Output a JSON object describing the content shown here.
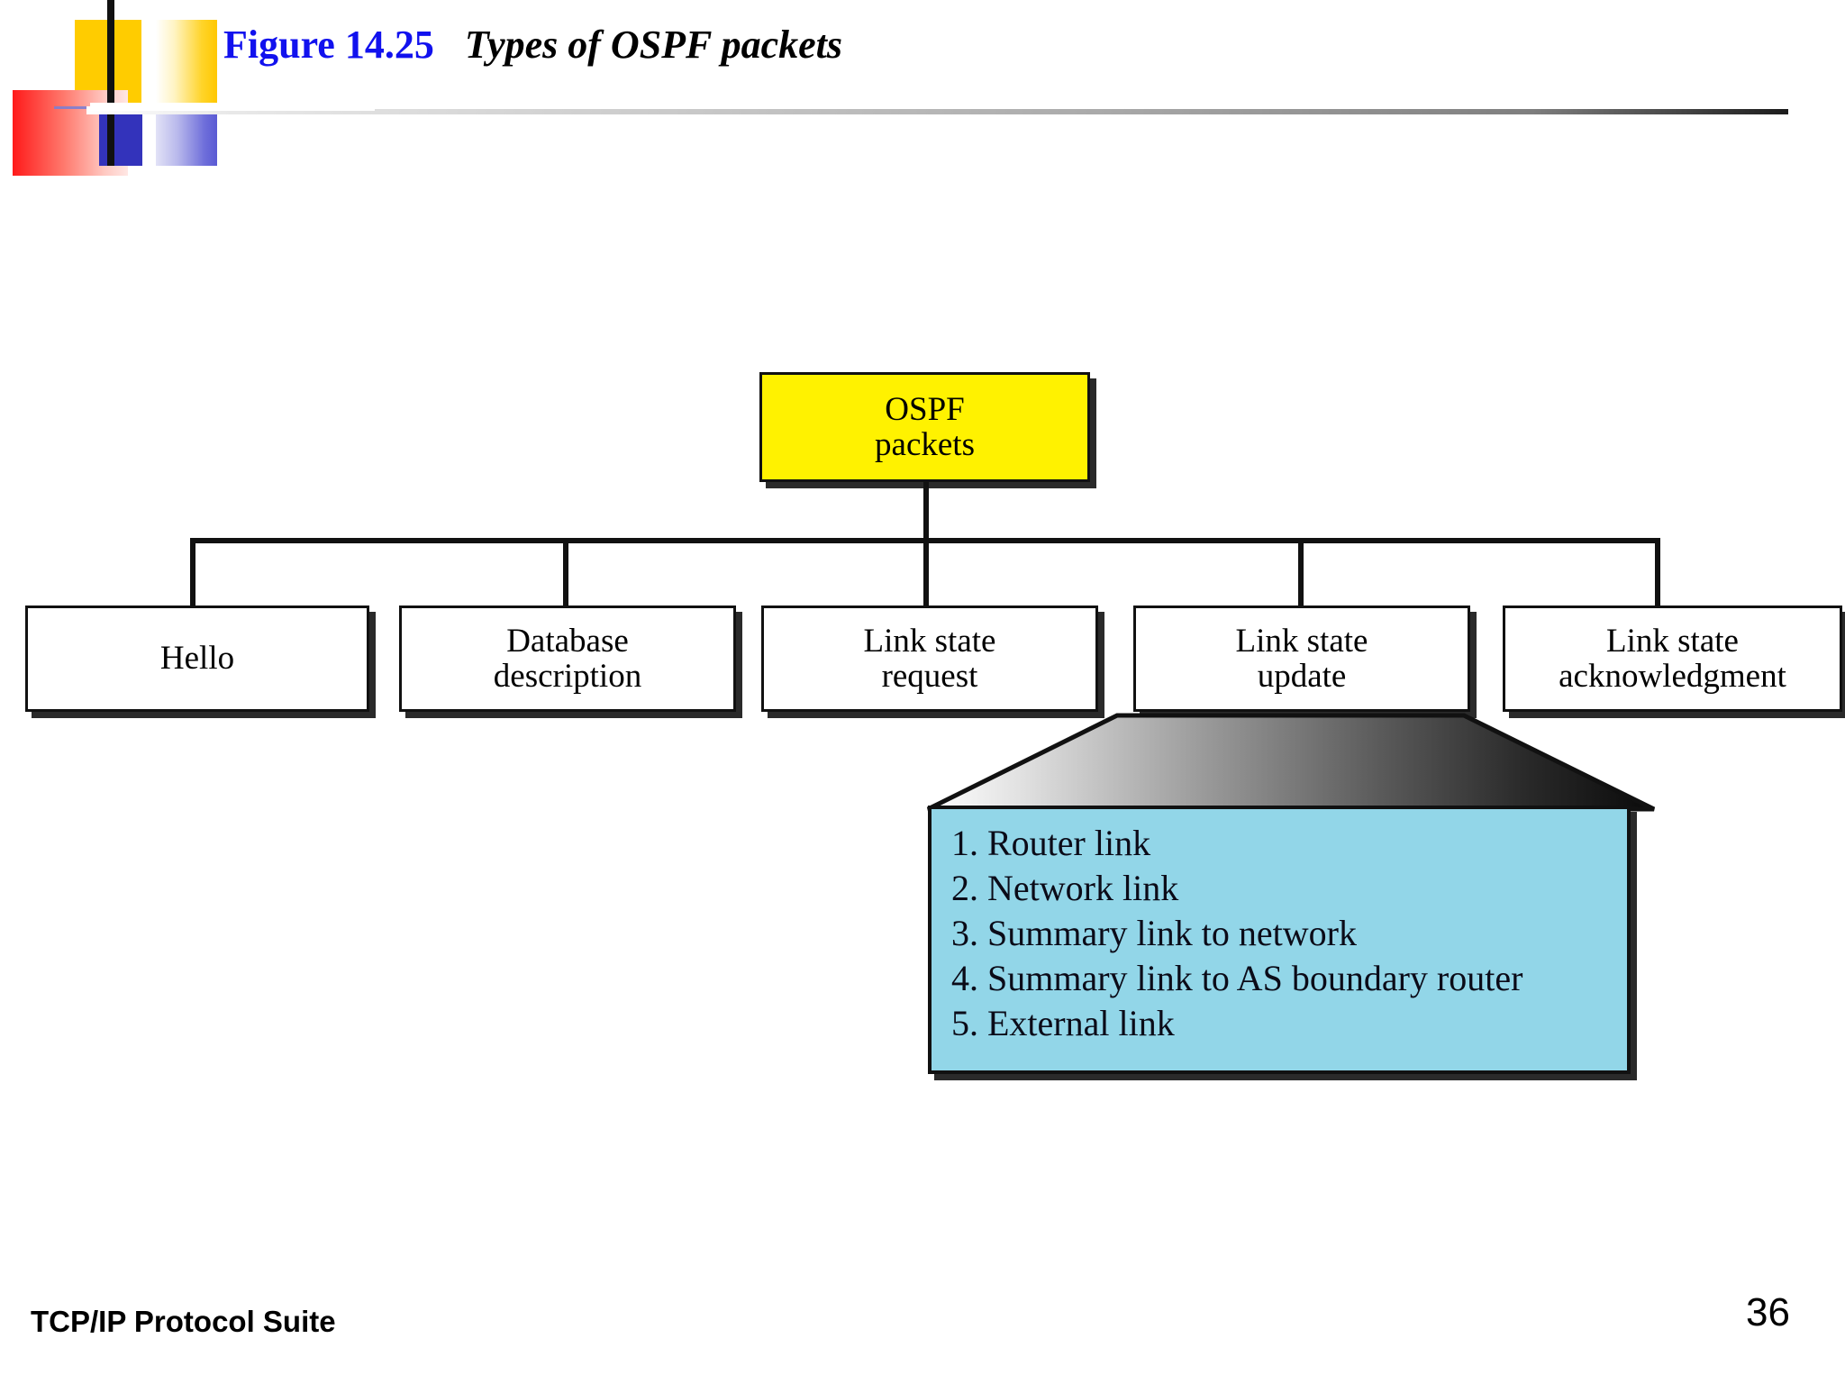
{
  "header": {
    "figure_number": "Figure 14.25",
    "caption": "Types of OSPF packets",
    "figure_number_color": "#1111EE",
    "caption_color": "#000000"
  },
  "footer": {
    "book_title": "TCP/IP Protocol Suite",
    "page_number": "36"
  },
  "colors": {
    "root_box_fill": "#FFF200",
    "callout_fill": "#92D6E8",
    "child_box_fill": "#FFFFFF",
    "outline": "#111111",
    "shadow": "#2a2a2a",
    "deco_yellow": "#FFCC00",
    "deco_red": "#FF1A1A",
    "deco_blue": "#3333BB"
  },
  "chart_data": {
    "type": "diagram",
    "title": "Types of OSPF packets",
    "root": {
      "label": "OSPF\npackets",
      "fill": "#FFF200"
    },
    "children": [
      {
        "label": "Hello"
      },
      {
        "label": "Database\ndescription"
      },
      {
        "label": "Link state\nrequest"
      },
      {
        "label": "Link state\nupdate"
      },
      {
        "label": "Link state\nacknowledgment"
      }
    ],
    "callout": {
      "attached_to": "Link state update",
      "fill": "#92D6E8",
      "items": [
        "1. Router link",
        "2. Network link",
        "3. Summary link to network",
        "4. Summary link to AS boundary router",
        "5. External link"
      ]
    }
  },
  "diagram": {
    "root_label": "OSPF\npackets",
    "children": [
      {
        "label": "Hello"
      },
      {
        "label": "Database\ndescription"
      },
      {
        "label": "Link state\nrequest"
      },
      {
        "label": "Link state\nupdate"
      },
      {
        "label": "Link state\nacknowledgment"
      }
    ],
    "callout_items": [
      "1. Router link",
      "2. Network link",
      "3. Summary link to network",
      "4. Summary link to AS boundary router",
      "5. External link"
    ]
  }
}
